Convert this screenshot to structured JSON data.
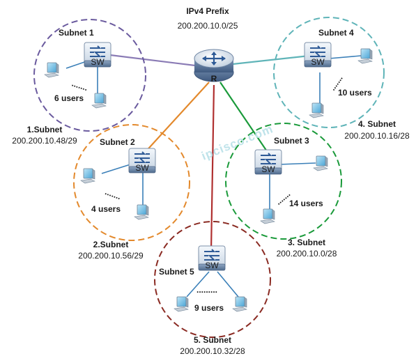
{
  "header": {
    "title": "IPv4 Prefix",
    "prefix": "200.200.10.0/25"
  },
  "watermark": "ipcisco.com",
  "router": {
    "label": "R"
  },
  "subnets": [
    {
      "name": "Subnet 1",
      "users": "6 users",
      "caption": "1.Subnet",
      "address": "200.200.10.48/29",
      "color": "#6a5a9e"
    },
    {
      "name": "Subnet 2",
      "users": "4 users",
      "caption": "2.Subnet",
      "address": "200.200.10.56/29",
      "color": "#e3892c"
    },
    {
      "name": "Subnet 3",
      "users": "14 users",
      "caption": "3. Subnet",
      "address": "200.200.10.0/28",
      "color": "#1a9a3a"
    },
    {
      "name": "Subnet 4",
      "users": "10 users",
      "caption": "4. Subnet",
      "address": "200.200.10.16/28",
      "color": "#3a9aa8"
    },
    {
      "name": "Subnet 5",
      "users": "9 users",
      "caption": "5. Subnet",
      "address": "200.200.10.32/28",
      "color": "#8a2a22"
    }
  ],
  "switch_label": "SW",
  "link_colors": {
    "subnet1": "#8a7bb5",
    "subnet2": "#e3892c",
    "subnet3": "#1a9a3a",
    "subnet4": "#5fb4b8",
    "subnet5": "#b03030"
  }
}
